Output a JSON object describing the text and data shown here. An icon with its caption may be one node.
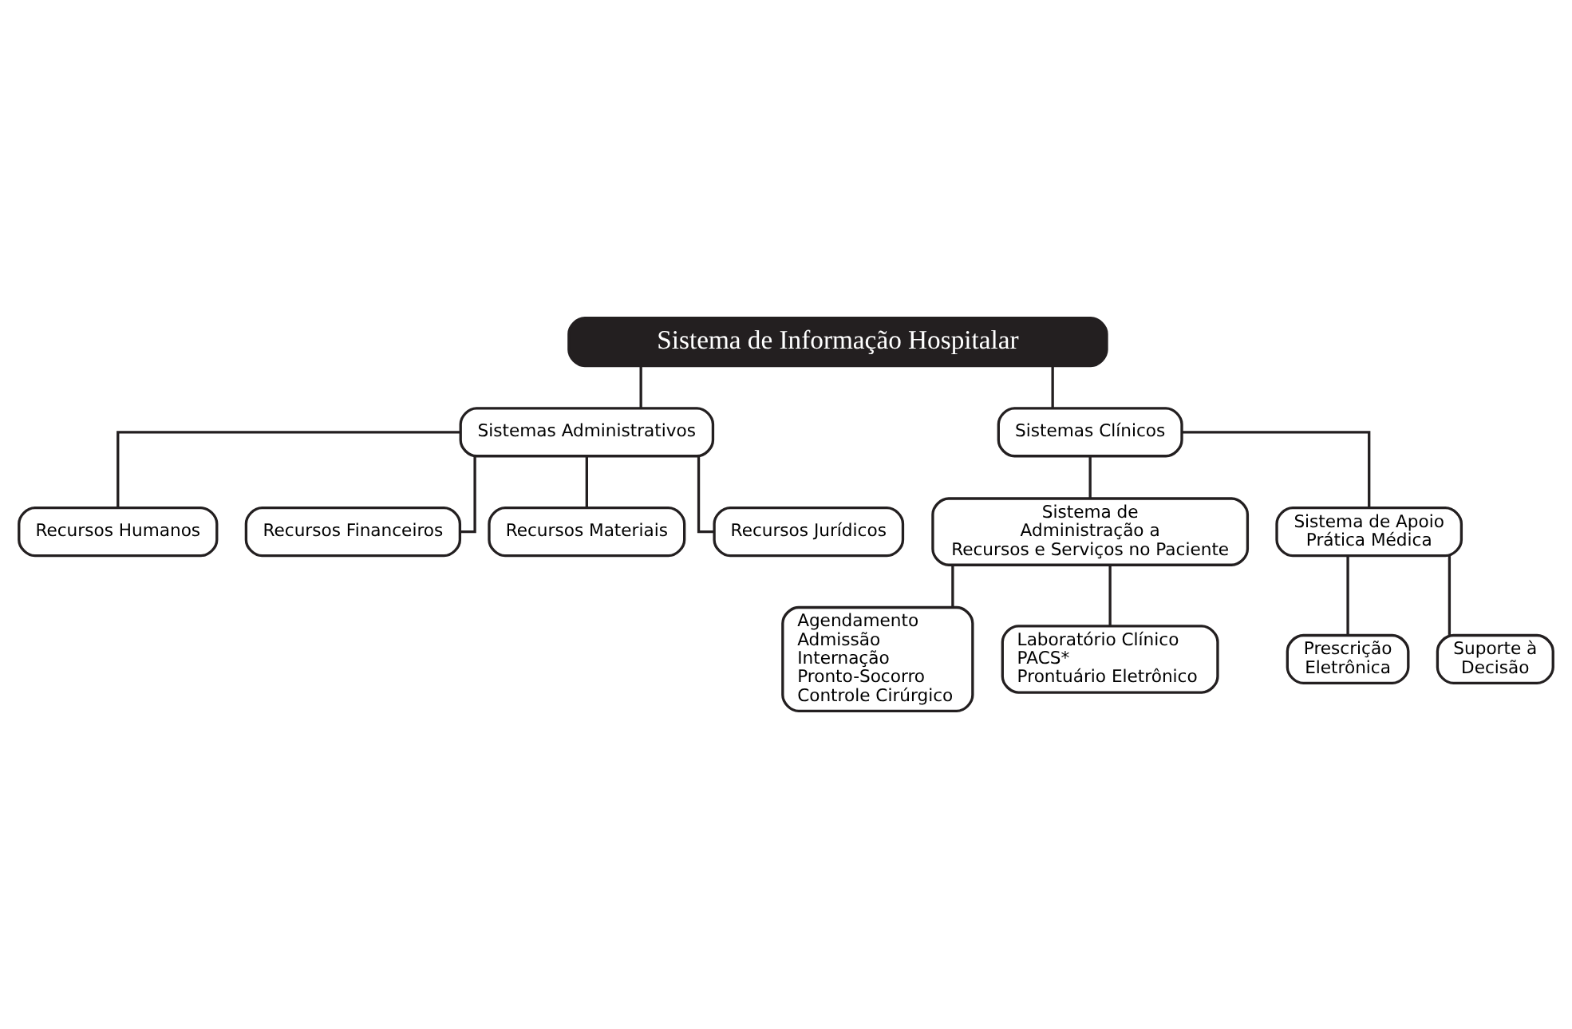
{
  "diagram": {
    "nodes": [
      {
        "text": [
          "Sistema de Informação Hospitalar"
        ]
      },
      {
        "text": [
          "Sistemas Administrativos"
        ]
      },
      {
        "text": [
          "Sistemas Clínicos"
        ]
      },
      {
        "text": [
          "Recursos Humanos"
        ]
      },
      {
        "text": [
          "Recursos Financeiros"
        ]
      },
      {
        "text": [
          "Recursos Materiais"
        ]
      },
      {
        "text": [
          "Recursos Jurídicos"
        ]
      },
      {
        "text": [
          "Sistema de Administração a Recursos e Serviços no Paciente"
        ]
      },
      {
        "text": [
          "Sistema de Apoio Prática Médica"
        ]
      },
      {
        "text": [
          "Agendamento",
          "Admissão",
          "Internação",
          "Pronto-Socorro",
          "Controle Cirúrgico"
        ]
      },
      {
        "text": [
          "Laboratório Clínico",
          "PACS*",
          "Prontuário Eletrônico"
        ]
      },
      {
        "text": [
          "Prescrição Eletrônica"
        ]
      },
      {
        "text": [
          "Suporte à Decisão"
        ]
      }
    ],
    "edges": [
      {
        "from": 0,
        "to": 1,
        "arrow": "none"
      },
      {
        "from": 0,
        "to": 2,
        "arrow": "none"
      },
      {
        "from": 1,
        "to": 3,
        "arrow": "none"
      },
      {
        "from": 1,
        "to": 4,
        "arrow": "none"
      },
      {
        "from": 1,
        "to": 5,
        "arrow": "none"
      },
      {
        "from": 1,
        "to": 6,
        "arrow": "none"
      },
      {
        "from": 2,
        "to": 7,
        "arrow": "none"
      },
      {
        "from": 2,
        "to": 8,
        "arrow": "none"
      },
      {
        "from": 7,
        "to": 9,
        "arrow": "none"
      },
      {
        "from": 7,
        "to": 10,
        "arrow": "none"
      },
      {
        "from": 8,
        "to": 11,
        "arrow": "none"
      },
      {
        "from": 8,
        "to": 12,
        "arrow": "none"
      }
    ]
  }
}
